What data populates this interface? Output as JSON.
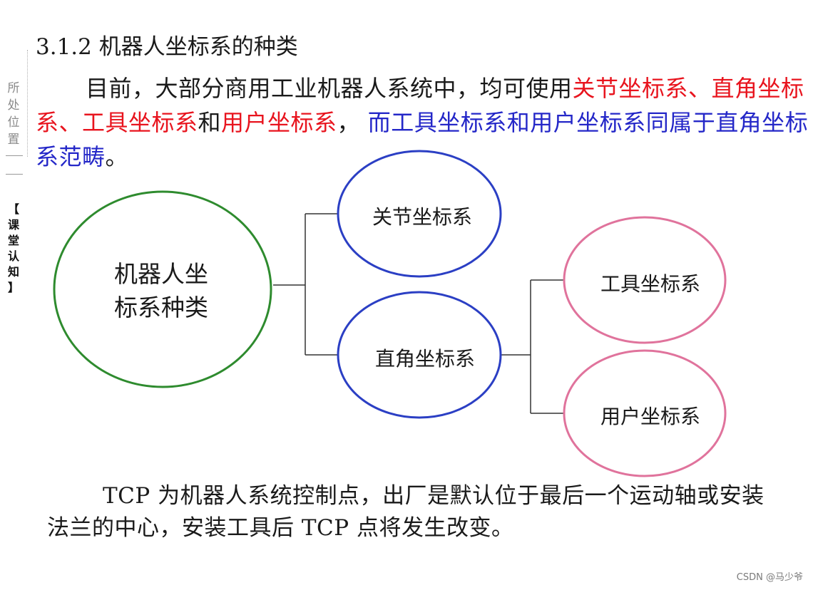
{
  "sidebar": {
    "top_chars": [
      "所",
      "处",
      "位",
      "置"
    ],
    "bottom_chars": [
      "【",
      "课",
      "堂",
      "认",
      "知",
      "】"
    ]
  },
  "heading": "3.1.2 机器人坐标系的种类",
  "paragraph": {
    "seg1": "目前，大部分商用工业机器人系统中，均可使用",
    "red1": "关节坐标系、直角坐标系、工具坐标系",
    "seg2": "和",
    "red2": "用户坐标系",
    "seg3": "，",
    "blue1": " 而工具坐标系和用户坐标系同属于直角坐标系范畴",
    "seg4": "。"
  },
  "diagram": {
    "root": {
      "line1": "机器人坐",
      "line2": "标系种类",
      "color": "#2e8b2e"
    },
    "level1": [
      {
        "label": "关节坐标系",
        "color": "#2b3fc4"
      },
      {
        "label": "直角坐标系",
        "color": "#2b3fc4"
      }
    ],
    "level2": [
      {
        "label": "工具坐标系",
        "color": "#e0739c"
      },
      {
        "label": "用户坐标系",
        "color": "#e0739c"
      }
    ]
  },
  "bottom_paragraph": "TCP 为机器人系统控制点，出厂是默认位于最后一个运动轴或安装法兰的中心，安装工具后 TCP 点将发生改变。",
  "watermark": "CSDN @马少爷"
}
